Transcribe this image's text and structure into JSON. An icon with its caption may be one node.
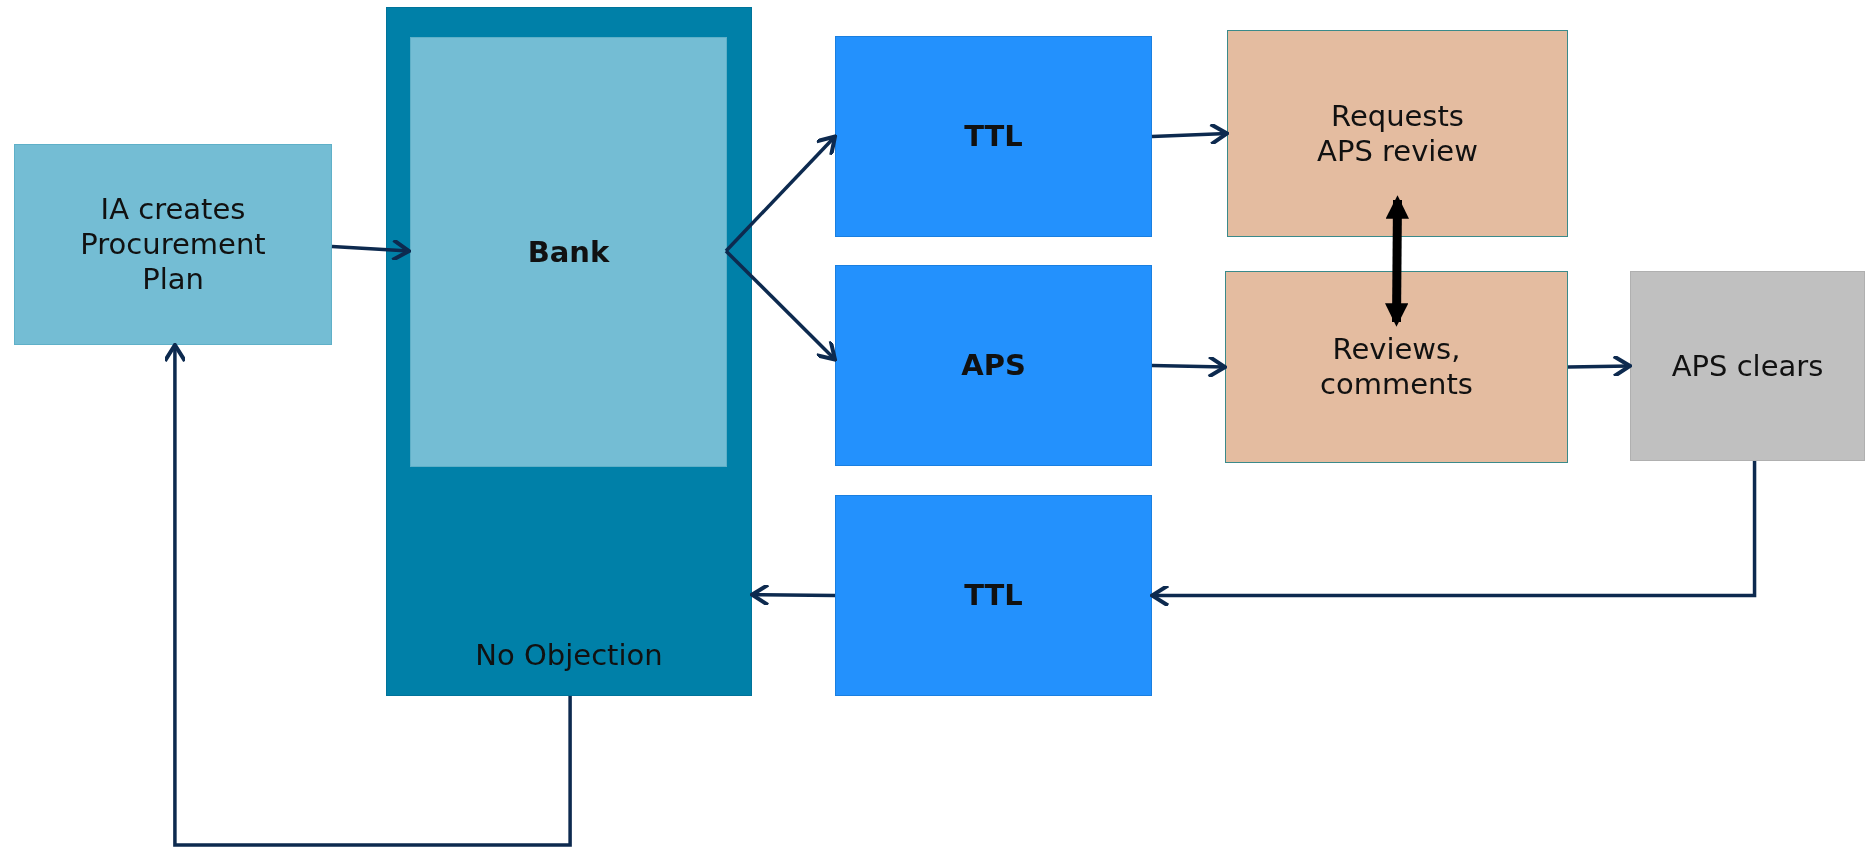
{
  "diagram": {
    "nodes": [
      {
        "text": [
          "IA creates Procurement Plan"
        ]
      },
      {
        "text": [
          "No Objection"
        ]
      },
      {
        "text": [
          "Bank"
        ],
        "in": 1
      },
      {
        "text": [
          "TTL"
        ]
      },
      {
        "text": [
          "Requests APS review"
        ]
      },
      {
        "text": [
          "APS"
        ]
      },
      {
        "text": [
          "Reviews, comments"
        ]
      },
      {
        "text": [
          "APS clears"
        ]
      },
      {
        "text": [
          "TTL"
        ]
      }
    ],
    "edges": [
      {
        "from": 0,
        "to": 2,
        "arrow": "to"
      },
      {
        "from": 2,
        "to": 3,
        "arrow": "to"
      },
      {
        "from": 2,
        "to": 5,
        "arrow": "to"
      },
      {
        "from": 3,
        "to": 4,
        "arrow": "to"
      },
      {
        "from": 5,
        "to": 6,
        "arrow": "to"
      },
      {
        "from": 4,
        "to": 6,
        "arrow": "both",
        "style": "thick",
        "color": "#000000"
      },
      {
        "from": 6,
        "to": 7,
        "arrow": "to"
      },
      {
        "from": 7,
        "to": 8,
        "arrow": "to"
      },
      {
        "from": 8,
        "to": 1,
        "arrow": "to"
      },
      {
        "from": 1,
        "to": 0,
        "arrow": "to"
      }
    ]
  }
}
